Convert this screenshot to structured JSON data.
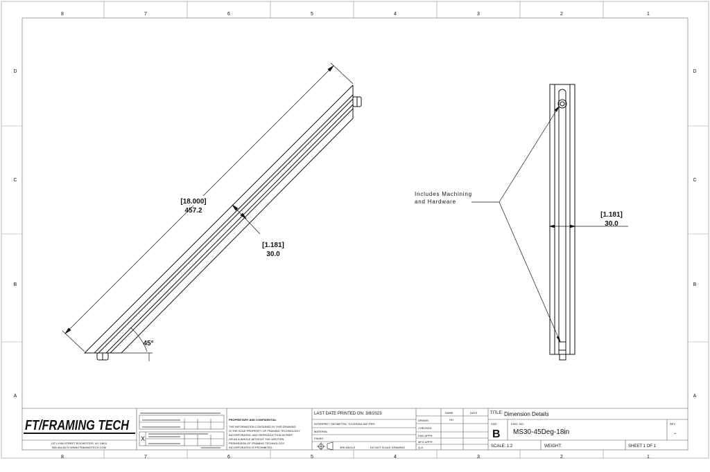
{
  "zones": {
    "top": [
      "8",
      "7",
      "6",
      "5",
      "4",
      "3",
      "2",
      "1"
    ],
    "bottom": [
      "8",
      "7",
      "6",
      "5",
      "4",
      "3",
      "2",
      "1"
    ],
    "left": [
      "D",
      "C",
      "B",
      "A"
    ],
    "right": [
      "D",
      "C",
      "B",
      "A"
    ]
  },
  "view_left": {
    "length_in": "18.000",
    "length_mm": "457.2",
    "width_in": "1.181",
    "width_mm": "30.0",
    "angle": "45°"
  },
  "view_right": {
    "note_line1": "Includes Machining",
    "note_line2": "and Hardware",
    "width_in": "1.181",
    "width_mm": "30.0"
  },
  "title_block": {
    "logo": "FT/FRAMING TECH",
    "address_line1": "137 LYNN STREET ROCHESTER, NY 14611",
    "address_line2": "585-464-8470 WWW.FRAMINGTECH.COM",
    "prop_title": "PROPRIETARY AND CONFIDENTIAL",
    "prop_lines": [
      "THE INFORMATION CONTAINED IN THIS DRAWING",
      "IS THE SOLE PROPERTY OF FRAMING TECHNOLOGY",
      "INCORPORATED. ANY REPRODUCTION IN PART",
      "OR AS A WHOLE WITHOUT THE WRITTEN",
      "PERMISSION OF FRAMING TECHNOLOGY",
      "INCORPORATED IS PROHIBITED."
    ],
    "last_printed": "LAST DATE PRINTED ON: 3/8/2023",
    "interpret": "INTERPRET GEOMETRIC TOLERANCING PER:",
    "material": "MATERIAL",
    "finish": "FINISH",
    "third_angle": "3RD ANGLE",
    "do_not_scale": "DO NOT SCALE DRAWING",
    "col_name": "NAME",
    "col_date": "DATE",
    "drawn": "DRAWN",
    "drawn_by": "HH",
    "checked": "CHECKED",
    "eng_appr": "ENG APPR.",
    "mfg_appr": "MFG APPR.",
    "qa": "Q.A.",
    "title_label": "TITLE:",
    "title": "Dimension Details",
    "size_label": "SIZE",
    "size": "B",
    "dwg_label": "DWG. NO.",
    "dwg_no": "MS30-45Deg-18in",
    "rev_label": "REV",
    "rev": "-",
    "scale": "SCALE: 1:2",
    "weight": "WEIGHT:",
    "sheet": "SHEET 1 OF 1",
    "tolerance_check": "X"
  }
}
